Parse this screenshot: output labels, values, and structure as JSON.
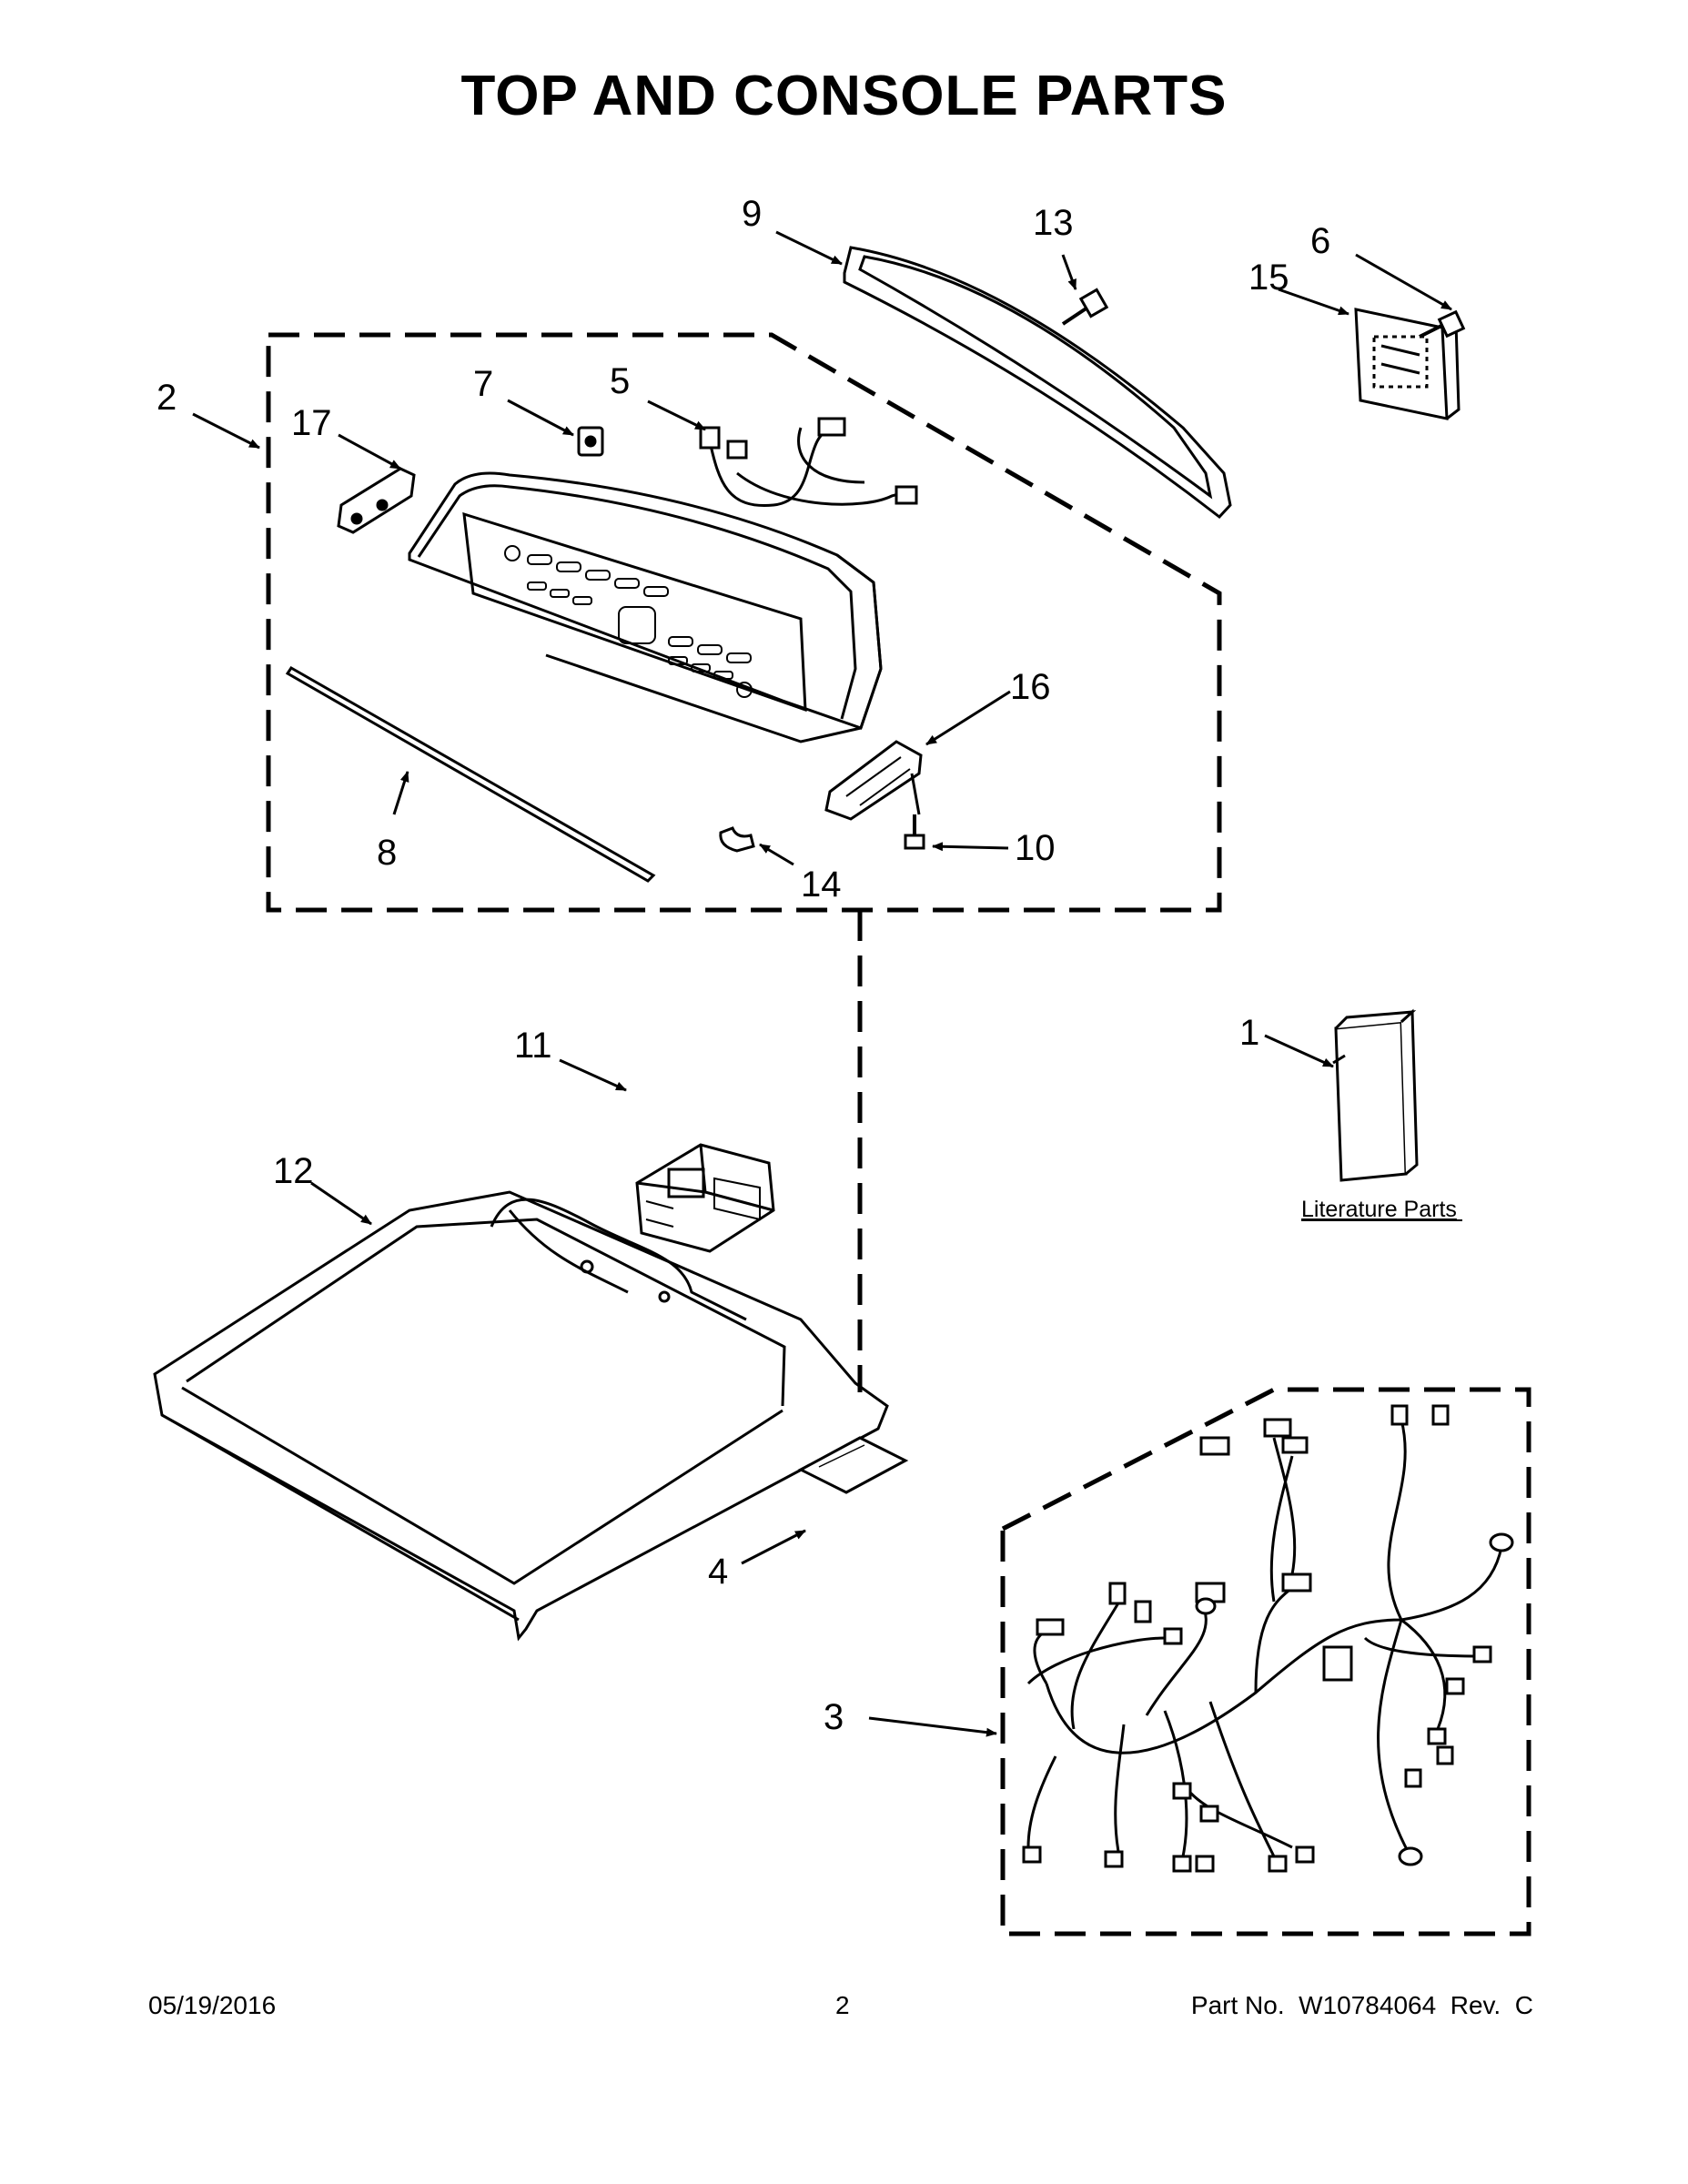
{
  "title": "TOP AND CONSOLE PARTS",
  "callouts": [
    "1",
    "2",
    "3",
    "4",
    "5",
    "6",
    "7",
    "8",
    "9",
    "10",
    "11",
    "12",
    "13",
    "14",
    "15",
    "16",
    "17"
  ],
  "literature_label": "Literature Parts",
  "footer": {
    "date": "05/19/2016",
    "page": "2",
    "part": "Part No.  W10784064  Rev.  C"
  }
}
